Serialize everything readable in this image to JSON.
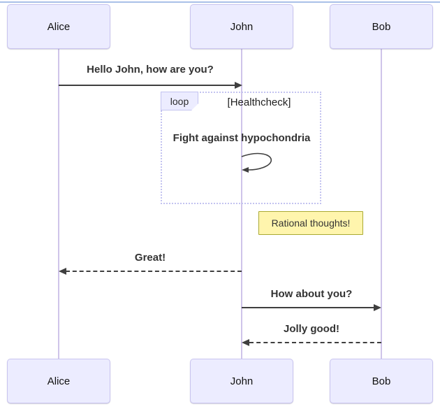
{
  "diagram": {
    "type": "sequence-diagram",
    "actors": [
      {
        "name": "Alice"
      },
      {
        "name": "John"
      },
      {
        "name": "Bob"
      }
    ],
    "messages": [
      {
        "from": "Alice",
        "to": "John",
        "text": "Hello John, how are you?",
        "line": "solid",
        "arrow": "filled"
      },
      {
        "from": "John",
        "to": "John",
        "text": "Fight against hypochondria",
        "line": "self",
        "arrow": "filled"
      },
      {
        "from": "John",
        "to": "Alice",
        "text": "Great!",
        "line": "dashed",
        "arrow": "filled"
      },
      {
        "from": "John",
        "to": "Bob",
        "text": "How about you?",
        "line": "solid",
        "arrow": "filled"
      },
      {
        "from": "Bob",
        "to": "John",
        "text": "Jolly good!",
        "line": "dashed",
        "arrow": "filled"
      }
    ],
    "loop": {
      "label": "loop",
      "condition": "[Healthcheck]"
    },
    "note": {
      "text": "Rational thoughts!",
      "position": "right of John"
    },
    "colors": {
      "actor_fill": "#ECECFF",
      "actor_border": "#c9c4ef",
      "lifeline": "#cfc4ea",
      "message_text": "#333333",
      "arrow": "#3f3f3f",
      "loop_border": "#c3c3f0",
      "note_fill": "#fff5ad",
      "note_border": "#aaaa33",
      "top_edge": "#a9c0e8"
    }
  }
}
